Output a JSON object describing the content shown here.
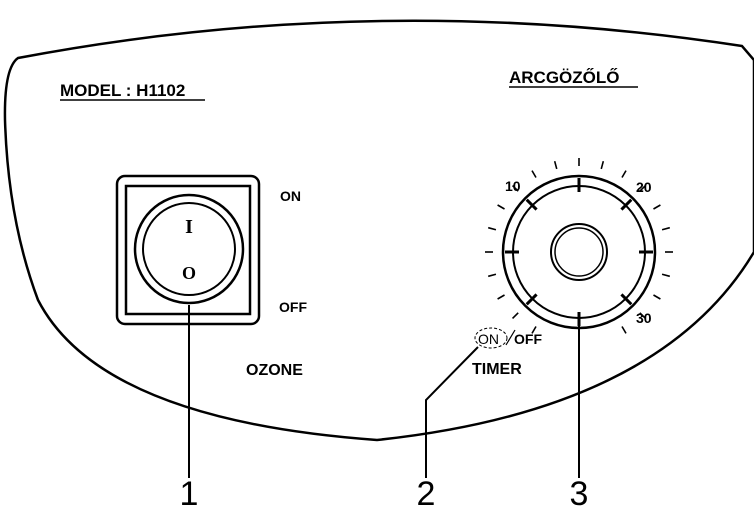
{
  "panel": {
    "model_label": "MODEL : H1102",
    "title": "ARCGÖZŐLŐ"
  },
  "ozone_switch": {
    "on_symbol": "I",
    "off_symbol": "O",
    "on_label": "ON",
    "off_label": "OFF",
    "name_label": "OZONE"
  },
  "timer_dial": {
    "tick_labels": [
      "10",
      "20",
      "30"
    ],
    "on_label": "ON",
    "off_label": "OFF",
    "name_label": "TIMER"
  },
  "callouts": [
    "1",
    "2",
    "3"
  ]
}
